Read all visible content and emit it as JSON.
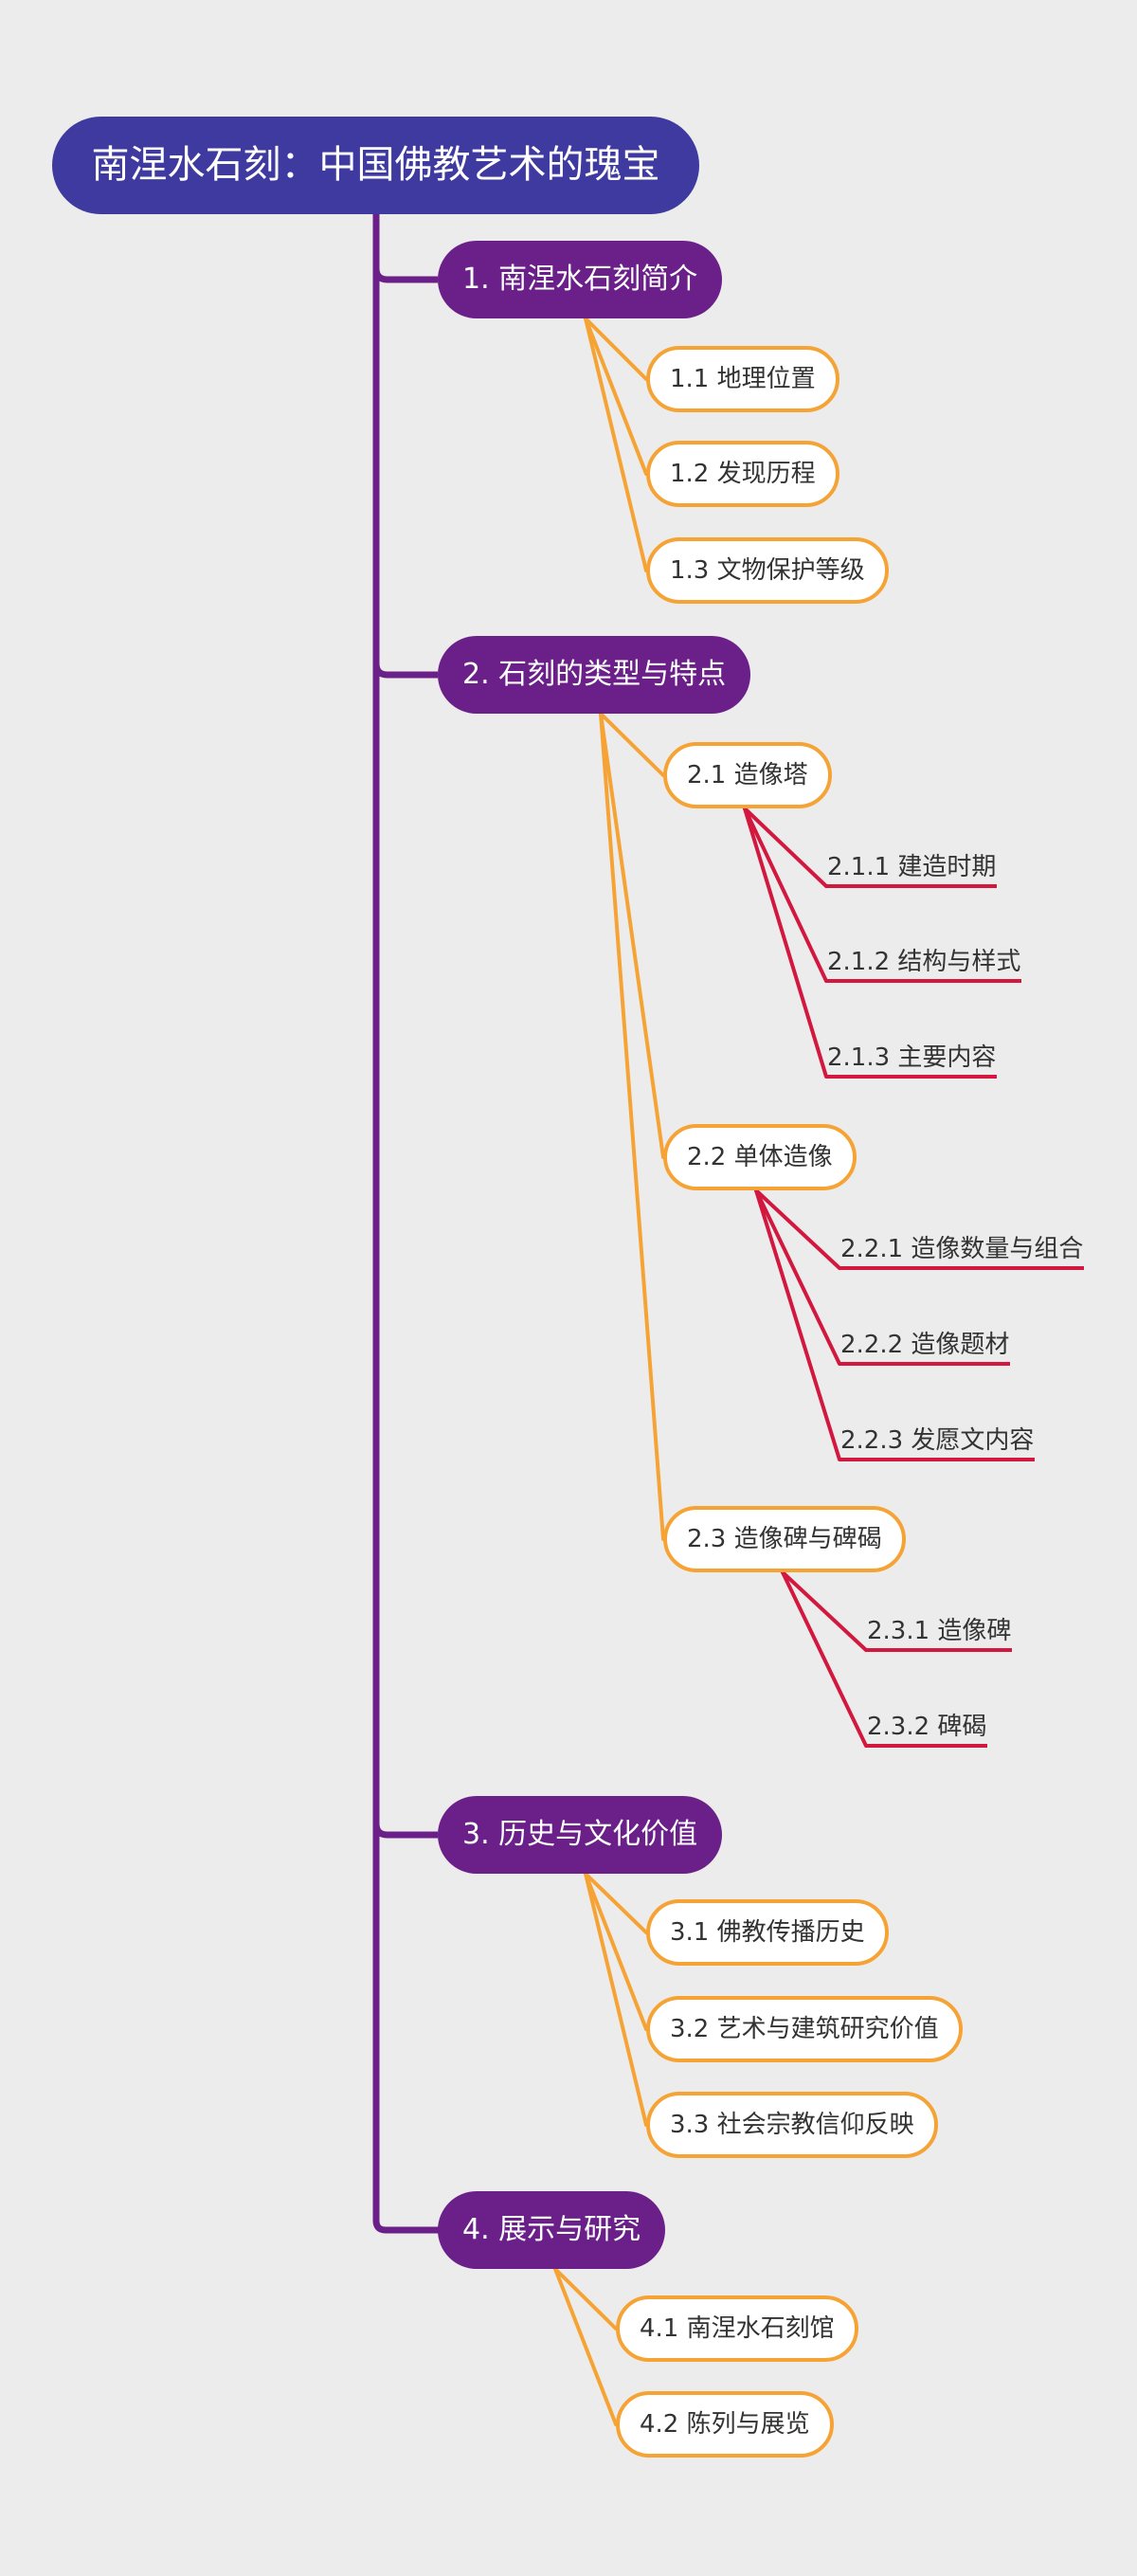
{
  "title": "南涅水石刻：中国佛教艺术的瑰宝",
  "colors": {
    "background": "#ececec",
    "root_fill": "#3f3aa0",
    "level1_fill": "#6b1f88",
    "trunk": "#6b1f88",
    "level2_border": "#f6a335",
    "level3_underline": "#d2183e"
  },
  "sections": [
    {
      "label": "1. 南涅水石刻简介",
      "children": [
        {
          "label": "1.1 地理位置",
          "children": []
        },
        {
          "label": "1.2 发现历程",
          "children": []
        },
        {
          "label": "1.3 文物保护等级",
          "children": []
        }
      ]
    },
    {
      "label": "2. 石刻的类型与特点",
      "children": [
        {
          "label": "2.1 造像塔",
          "children": [
            "2.1.1 建造时期",
            "2.1.2 结构与样式",
            "2.1.3 主要内容"
          ]
        },
        {
          "label": "2.2 单体造像",
          "children": [
            "2.2.1 造像数量与组合",
            "2.2.2 造像题材",
            "2.2.3 发愿文内容"
          ]
        },
        {
          "label": "2.3 造像碑与碑碣",
          "children": [
            "2.3.1 造像碑",
            "2.3.2 碑碣"
          ]
        }
      ]
    },
    {
      "label": "3. 历史与文化价值",
      "children": [
        {
          "label": "3.1 佛教传播历史",
          "children": []
        },
        {
          "label": "3.2 艺术与建筑研究价值",
          "children": []
        },
        {
          "label": "3.3 社会宗教信仰反映",
          "children": []
        }
      ]
    },
    {
      "label": "4. 展示与研究",
      "children": [
        {
          "label": "4.1 南涅水石刻馆",
          "children": []
        },
        {
          "label": "4.2 陈列与展览",
          "children": []
        }
      ]
    }
  ]
}
